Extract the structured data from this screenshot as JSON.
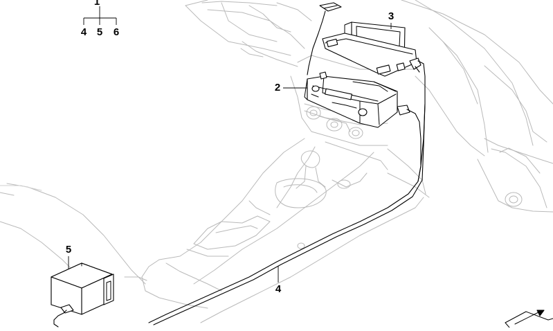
{
  "callouts": {
    "top_group_root": "1",
    "top_group_children": [
      "4",
      "5",
      "6"
    ],
    "monitor": "3",
    "head_unit": "2",
    "cable": "4",
    "module_box": "5"
  },
  "icons": {
    "corner_badge": "diagonal-arrow-icon"
  },
  "colors": {
    "line": "#000000",
    "background_lines": "#b9b9b9",
    "background": "#ffffff"
  }
}
